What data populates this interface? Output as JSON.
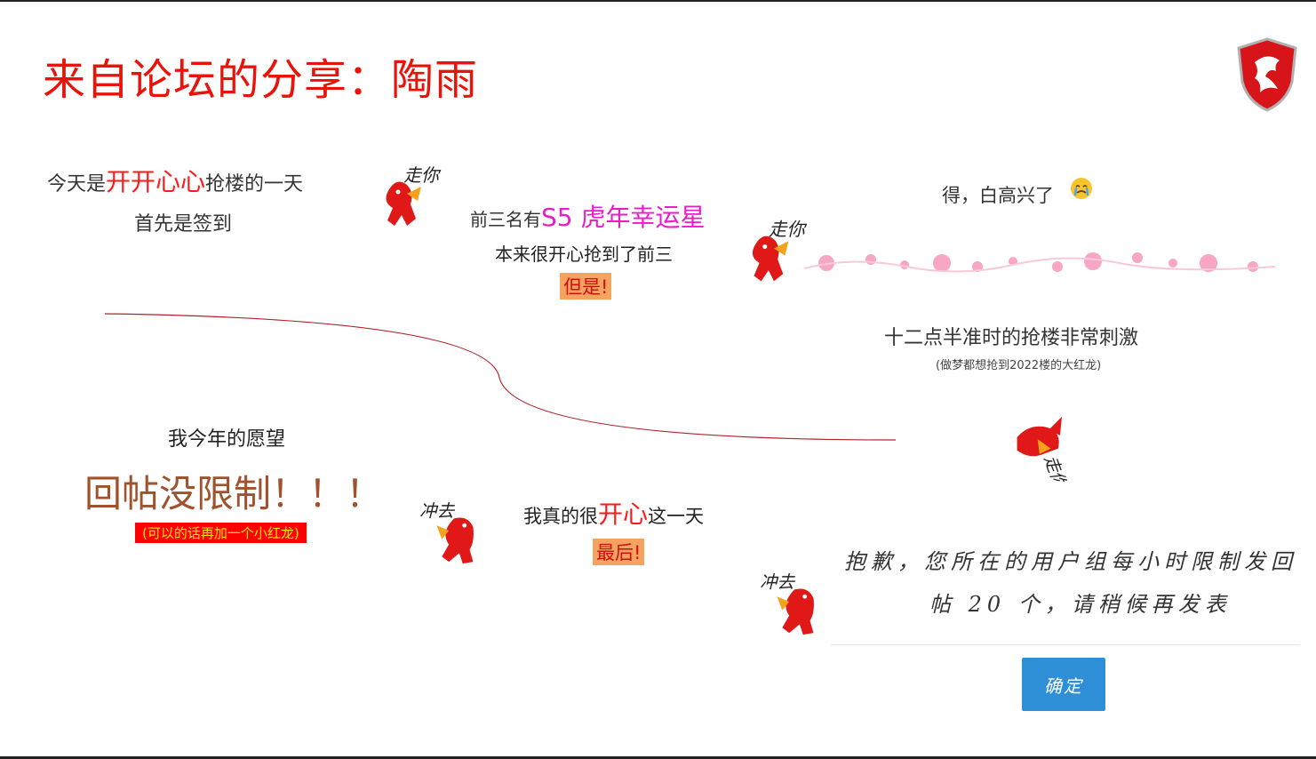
{
  "title": "来自论坛的分享：陶雨",
  "section1": {
    "line1_a": "今天是",
    "line1_b": "开开心心",
    "line1_c": "抢楼的一天",
    "line2": "首先是签到"
  },
  "section2": {
    "line1_a": "前三名有",
    "line1_b": "S5 虎年幸运星",
    "line2": "本来很开心抢到了前三",
    "line3": "但是!"
  },
  "section3": {
    "line1": "得，白高兴了",
    "line2": "十二点半准时的抢楼非常刺激",
    "line3": "(做梦都想抢到2022楼的大红龙)"
  },
  "section4": {
    "line1": "我今年的愿望",
    "line2": "回帖没限制！！！",
    "line3": "(可以的话再加一个小红龙)"
  },
  "section5": {
    "line1_a": "我真的很",
    "line1_b": "开心",
    "line1_c": "这一天",
    "line2": "最后!"
  },
  "notice": {
    "line1": "抱歉，您所在的用户组每小时限制发回",
    "line2": "帖 20 个，请稍候再发表",
    "button": "确定"
  },
  "colors": {
    "title": "#e8140c",
    "dragon": "#e01818",
    "button": "#2f8fd6",
    "flower": "#f7a6c4"
  },
  "icons": [
    "msi-dragon-shield-logo",
    "dragon-sticker",
    "crying-emoji",
    "flower-garland"
  ]
}
